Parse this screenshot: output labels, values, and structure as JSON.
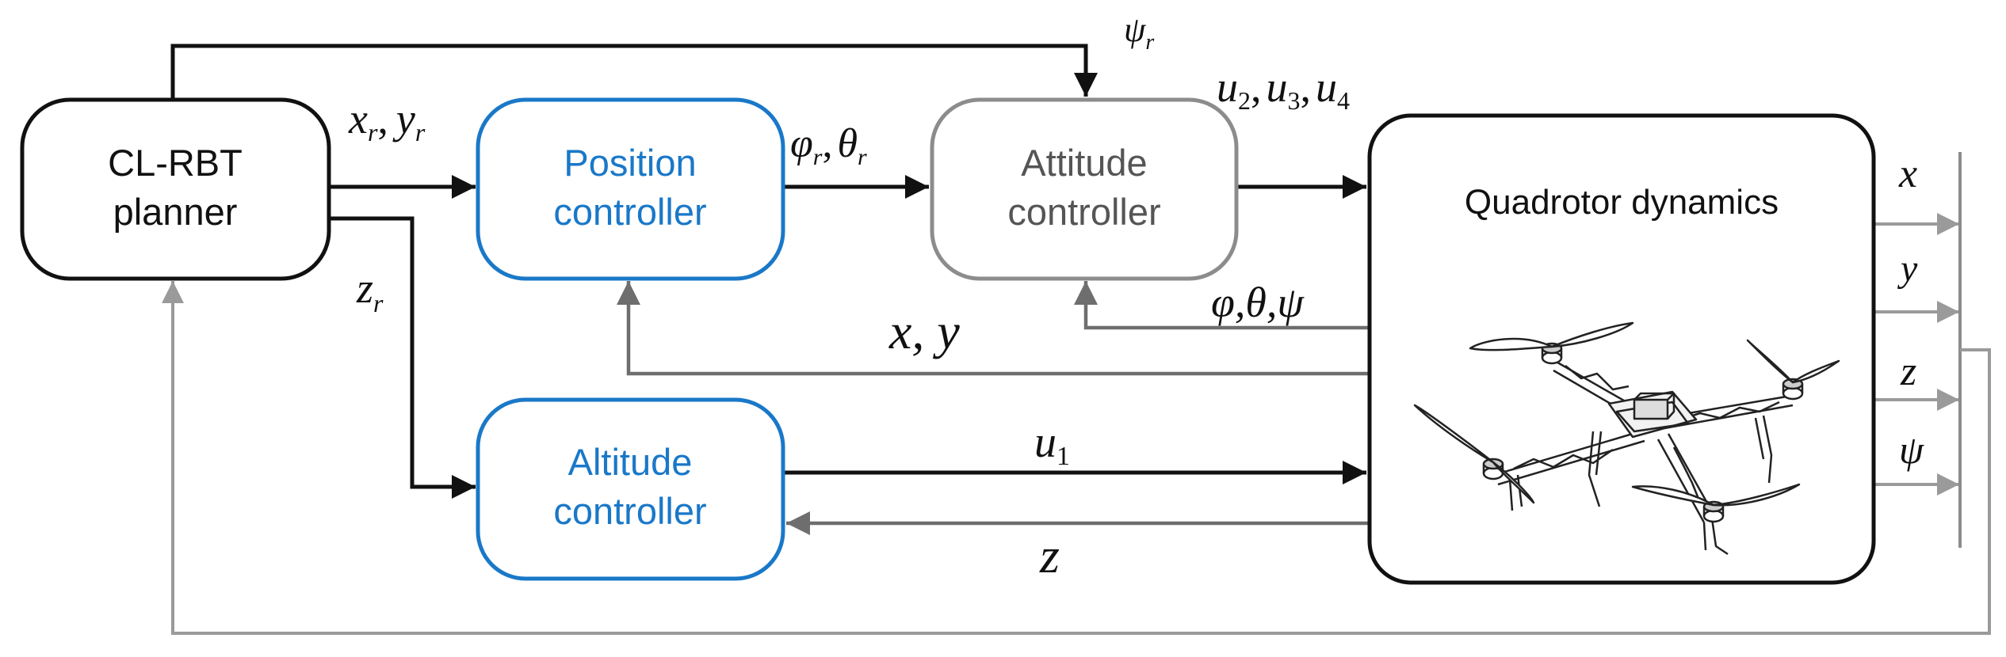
{
  "colors": {
    "black": "#111111",
    "blue": "#1a78c8",
    "gray": "#8c8c8c",
    "feedback": "#6e6e6e"
  },
  "blocks": {
    "planner": {
      "line1": "CL-RBT",
      "line2": "planner"
    },
    "position": {
      "line1": "Position",
      "line2": "controller"
    },
    "attitude": {
      "line1": "Attitude",
      "line2": "controller"
    },
    "altitude": {
      "line1": "Altitude",
      "line2": "controller"
    },
    "dynamics": {
      "title": "Quadrotor dynamics"
    }
  },
  "signals": {
    "psi_r": "ψ",
    "psi_r_sub": "r",
    "xr": "x",
    "xr_sub": "r",
    "yr": "y",
    "yr_sub": "r",
    "comma": ",",
    "zr": "z",
    "zr_sub": "r",
    "phir": "φ",
    "phir_sub": "r",
    "thetar": "θ",
    "thetar_sub": "r",
    "u2": "u",
    "u2_sub": "2",
    "u3": "u",
    "u3_sub": "3",
    "u4": "u",
    "u4_sub": "4",
    "u1": "u",
    "u1_sub": "1",
    "angles": "φ,θ,ψ",
    "xy": "x, y",
    "z": "z",
    "out_x": "x",
    "out_y": "y",
    "out_z": "z",
    "out_psi": "ψ"
  },
  "icons": {
    "drone": "quadrotor-drone-icon"
  }
}
